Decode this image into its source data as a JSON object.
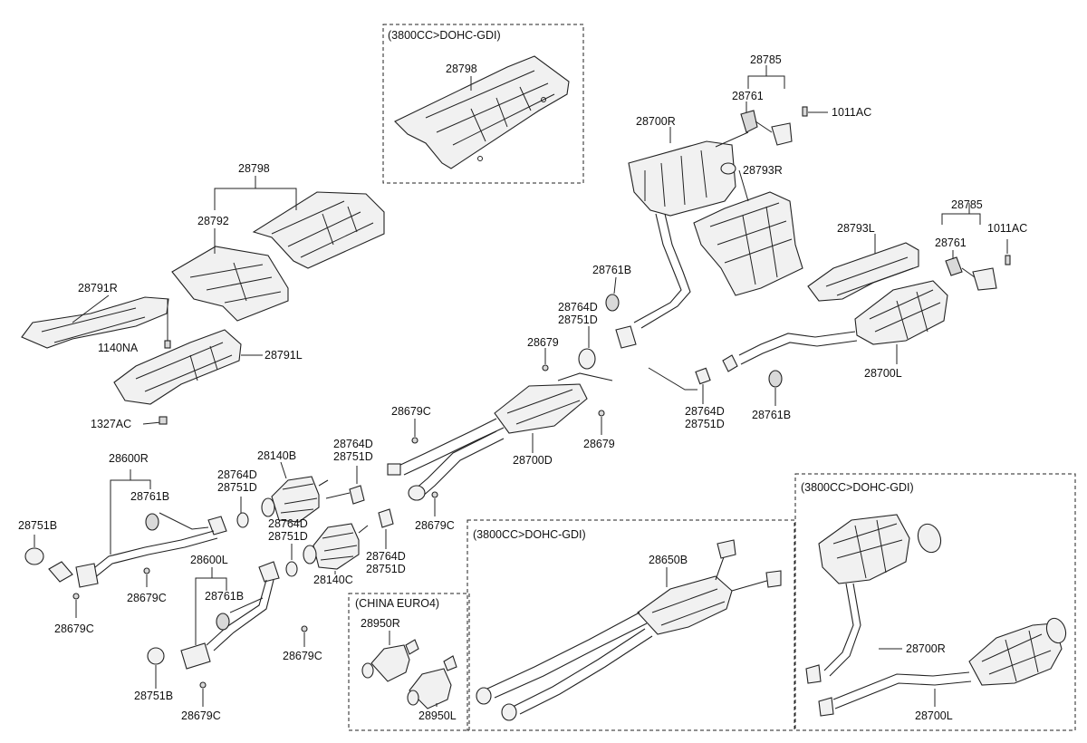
{
  "labels": {
    "b1_title": "(3800CC>DOHC-GDI)",
    "b1_28798": "28798",
    "top_28798": "28798",
    "top_28792": "28792",
    "top_28791R": "28791R",
    "top_1140NA": "1140NA",
    "top_28791L": "28791L",
    "top_1327AC": "1327AC",
    "r_28785a": "28785",
    "r_28761a": "28761",
    "r_1011ACa": "1011AC",
    "r_28700R": "28700R",
    "r_28793R": "28793R",
    "r_28785b": "28785",
    "r_1011ACb": "1011AC",
    "r_28761b": "28761",
    "r_28793L": "28793L",
    "m_28761B": "28761B",
    "m_28764D_a": "28764D",
    "m_28751D_a": "28751D",
    "m_28679_a": "28679",
    "r_28700L": "28700L",
    "r_28764D": "28764D",
    "r_28751D": "28751D",
    "r_28761B": "28761B",
    "m_28679_b": "28679",
    "m_28679C_a": "28679C",
    "m_28700D": "28700D",
    "m_28764D_b": "28764D",
    "m_28751D_b": "28751D",
    "l_28600R": "28600R",
    "l_28140B": "28140B",
    "l_28764D_c": "28764D",
    "l_28751D_c": "28751D",
    "l_28761B_a": "28761B",
    "l_28751B_a": "28751B",
    "l_28764D_d": "28764D",
    "l_28751D_d": "28751D",
    "l_28679C_b": "28679C",
    "l_28679C_c": "28679C",
    "l_28679C_d": "28679C",
    "l_28600L": "28600L",
    "l_28761B_b": "28761B",
    "l_28140C": "28140C",
    "l_28764D_e": "28764D",
    "l_28751D_e": "28751D",
    "l_28679C_e": "28679C",
    "l_28751B_b": "28751B",
    "l_28679C_f": "28679C",
    "b2_title": "(3800CC>DOHC-GDI)",
    "b2_28650B": "28650B",
    "b3_title": "(CHINA EURO4)",
    "b3_28950R": "28950R",
    "b3_28950L": "28950L",
    "b4_title": "(3800CC>DOHC-GDI)",
    "b4_28700R": "28700R",
    "b4_28700L": "28700L"
  }
}
